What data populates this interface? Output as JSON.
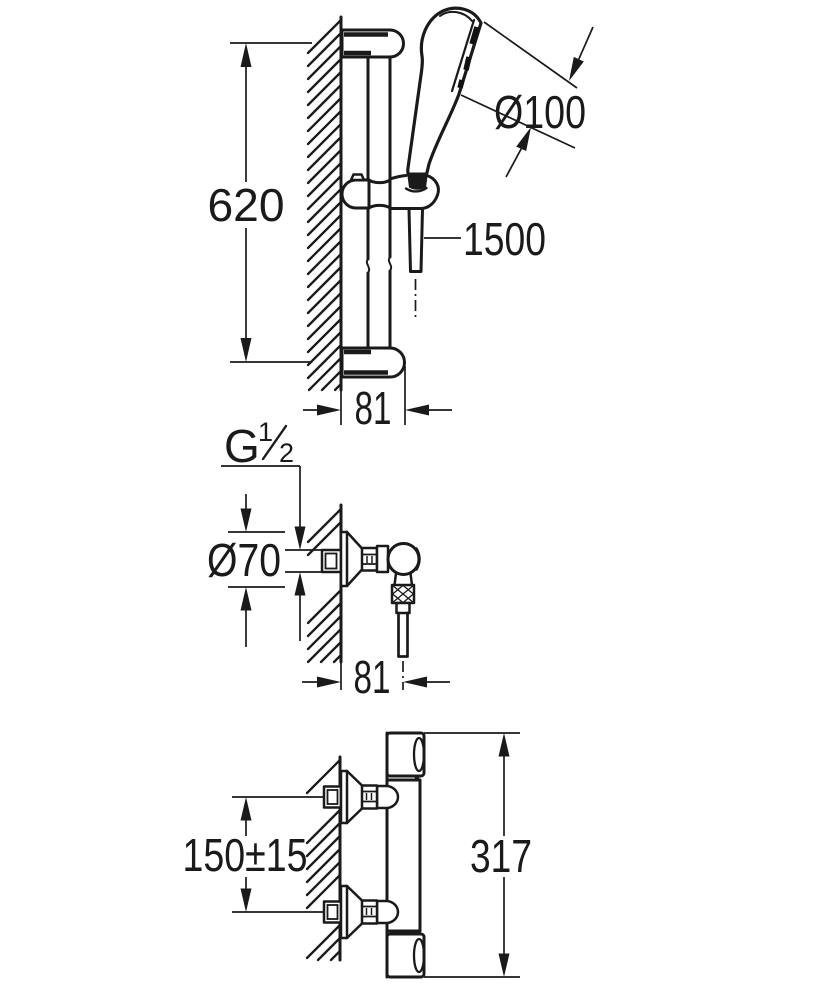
{
  "page": {
    "background": "#ffffff",
    "line_color": "#1a1a1a"
  },
  "drawings": {
    "shower_rail": {
      "description": "shower rail with hand shower, side view",
      "dims": {
        "rail_height": "620",
        "head_diameter": "Ø100",
        "hose_length": "1500",
        "wall_depth": "81"
      }
    },
    "wall_union": {
      "description": "wall union elbow, side view",
      "dims": {
        "thread_letter": "G",
        "thread_numerator": "1",
        "thread_denominator": "2",
        "flange_diameter": "Ø70",
        "wall_depth": "81"
      }
    },
    "thermostat": {
      "description": "thermostatic shower mixer, side view",
      "dims": {
        "inlet_spacing": "150±15",
        "total_height": "317"
      }
    }
  }
}
